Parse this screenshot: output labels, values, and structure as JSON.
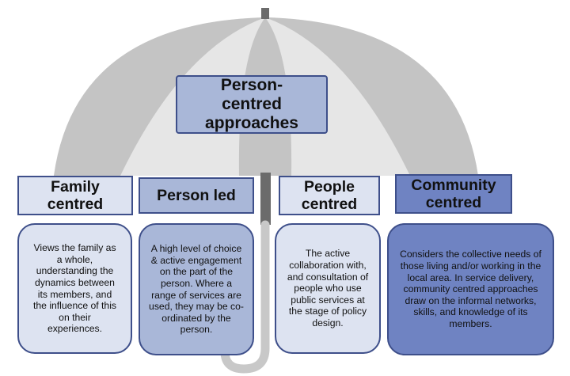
{
  "diagram": {
    "main_title": "Person-centred approaches",
    "approaches": [
      {
        "title": "Family centred",
        "description": "Views the family as a whole, understanding the dynamics between its members, and the influence of this on their experiences."
      },
      {
        "title": "Person led",
        "description": "A high level of choice & active engagement on the part of the person. Where a range of services are used, they may be co-ordinated by the person."
      },
      {
        "title": "People centred",
        "description": "The active collaboration with, and consultation of people who use public services at the stage of policy design."
      },
      {
        "title": "Community centred",
        "description": "Considers the collective needs of those living and/or working in the local area. In service delivery, community centred approaches draw on the informal networks, skills, and knowledge of its members."
      }
    ]
  },
  "colors": {
    "umbrella_light": "#e6e6e6",
    "umbrella_dark": "#c4c4c4",
    "pole": "#6b6b6b",
    "box_border": "#3e4f8a",
    "box_light": "#dde3f1",
    "box_mid": "#a9b7d8",
    "box_dark": "#6f83c2"
  }
}
